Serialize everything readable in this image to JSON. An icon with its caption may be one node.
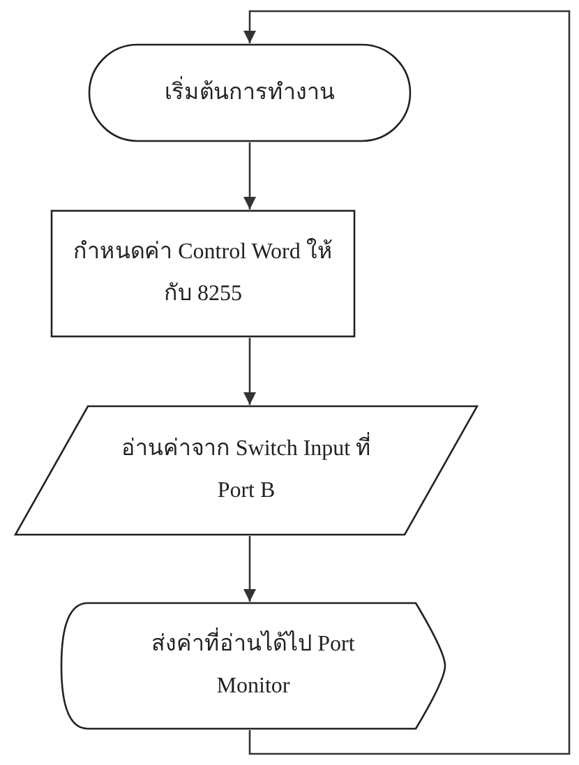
{
  "diagram": {
    "nodes": [
      {
        "text": [
          "เริ่มต้นการทำงาน"
        ]
      },
      {
        "text": [
          "กำหนดค่า Control Word ให้กับ 8255"
        ]
      },
      {
        "text": [
          "อ่านค่าจาก Switch Input ที่ Port B"
        ]
      },
      {
        "text": [
          "ส่งค่าที่อ่านได้ไป Port Monitor"
        ]
      }
    ],
    "edges": [
      {
        "from": 0,
        "to": 1,
        "arrow": "to"
      },
      {
        "from": 1,
        "to": 2,
        "arrow": "to"
      },
      {
        "from": 2,
        "to": 3,
        "arrow": "to"
      },
      {
        "from": 3,
        "to": 0,
        "arrow": "to"
      }
    ]
  }
}
